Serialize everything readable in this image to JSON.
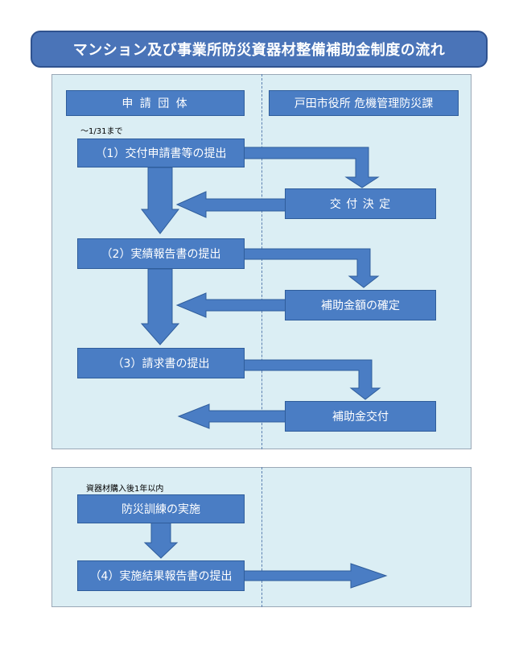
{
  "title": "マンション及び事業所防災資器材整備補助金制度の流れ",
  "columns": {
    "left": "申 請 団 体",
    "right": "戸田市役所 危機管理防災課"
  },
  "notes": {
    "deadline": "～1/31まで",
    "within_year": "資器材購入後1年以内"
  },
  "steps": {
    "step1": "（1）交付申請書等の提出",
    "decision": "交 付 決 定",
    "step2": "（2）実績報告書の提出",
    "confirm": "補助金額の確定",
    "step3": "（3）請求書の提出",
    "payment": "補助金交付",
    "drill": "防災訓練の実施",
    "step4": "（4）実施結果報告書の提出"
  },
  "colors": {
    "title_fill": "#4a74b8",
    "box_fill": "#4a7dc4",
    "panel_fill": "#dbeef4",
    "arrow_fill": "#4a7dc4"
  }
}
